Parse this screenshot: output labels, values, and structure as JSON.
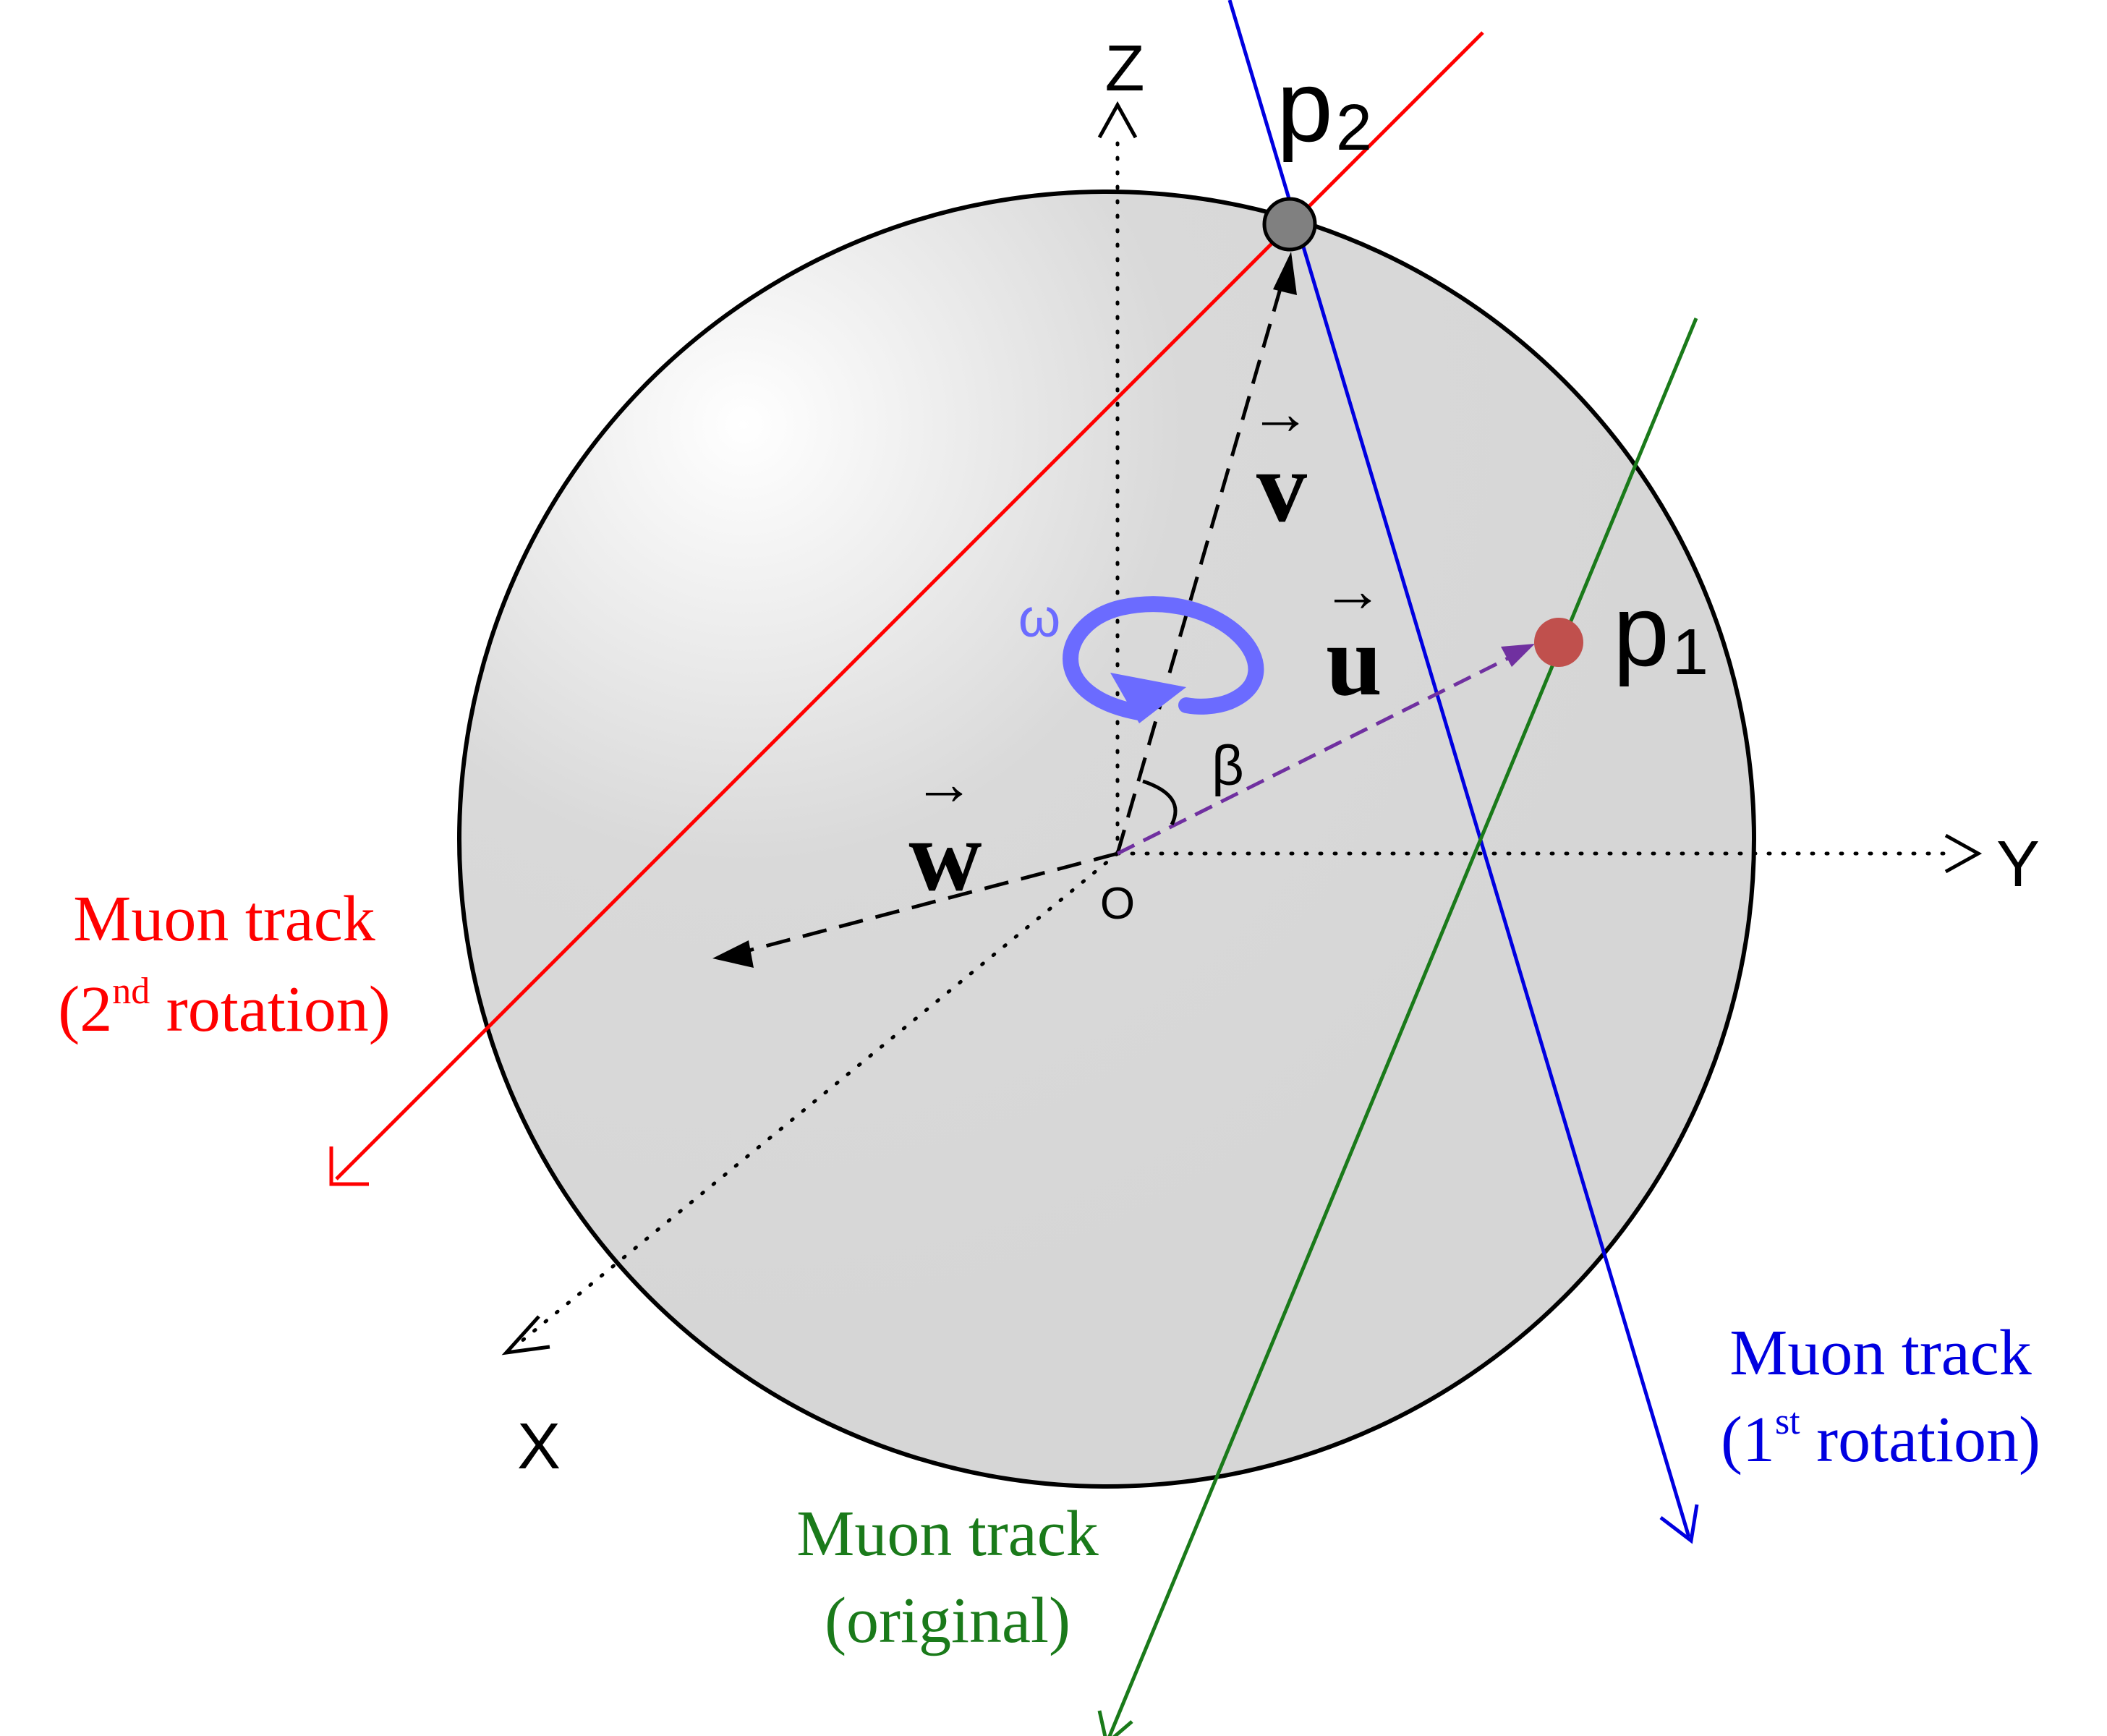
{
  "axes": {
    "z_label": "Z",
    "y_label": "Y",
    "x_label": "X",
    "origin_label": "O"
  },
  "points": {
    "p1": {
      "base": "p",
      "sub": "1",
      "color": "#c0504d"
    },
    "p2": {
      "base": "p",
      "sub": "2",
      "color": "#808080"
    }
  },
  "vectors": {
    "u": "u",
    "v": "v",
    "w": "w",
    "arrow_glyph": "→"
  },
  "angle_label": "β",
  "rotation_label": "ω",
  "tracks": {
    "red": {
      "line1": "Muon track",
      "line2_pre": "(2",
      "line2_sup": "nd",
      "line2_post": " rotation)",
      "color": "#ff0000"
    },
    "blue": {
      "line1": "Muon track",
      "line2_pre": "(1",
      "line2_sup": "st",
      "line2_post": " rotation)",
      "color": "#0000e0"
    },
    "green": {
      "line1": "Muon track",
      "line2": "(original)",
      "color": "#1a7a1a"
    }
  },
  "colors": {
    "sphere_fill": "#d9d9d9",
    "rotation_arrow": "#6b6bff",
    "u_vector": "#7030a0"
  }
}
